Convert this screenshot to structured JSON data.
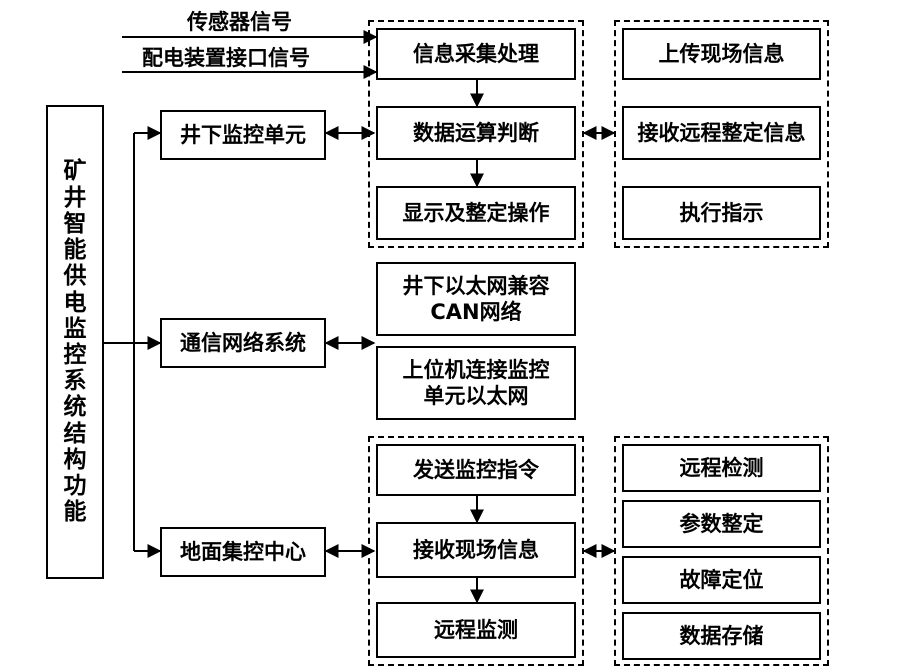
{
  "root": "矿井智能供电监控系统结构功能",
  "inputs": {
    "sensor": "传感器信号",
    "distribution": "配电装置接口信号"
  },
  "branches": {
    "underground": "井下监控单元",
    "network": "通信网络系统",
    "surface": "地面集控中心"
  },
  "underground_steps": [
    "信息采集处理",
    "数据运算判断",
    "显示及整定操作"
  ],
  "underground_functions": [
    "上传现场信息",
    "接收远程整定信息",
    "执行指示"
  ],
  "network_items": [
    "井下以太网兼容\nCAN网络",
    "上位机连接监控\n单元以太网"
  ],
  "surface_steps": [
    "发送监控指令",
    "接收现场信息",
    "远程监测"
  ],
  "surface_functions": [
    "远程检测",
    "参数整定",
    "故障定位",
    "数据存储"
  ]
}
